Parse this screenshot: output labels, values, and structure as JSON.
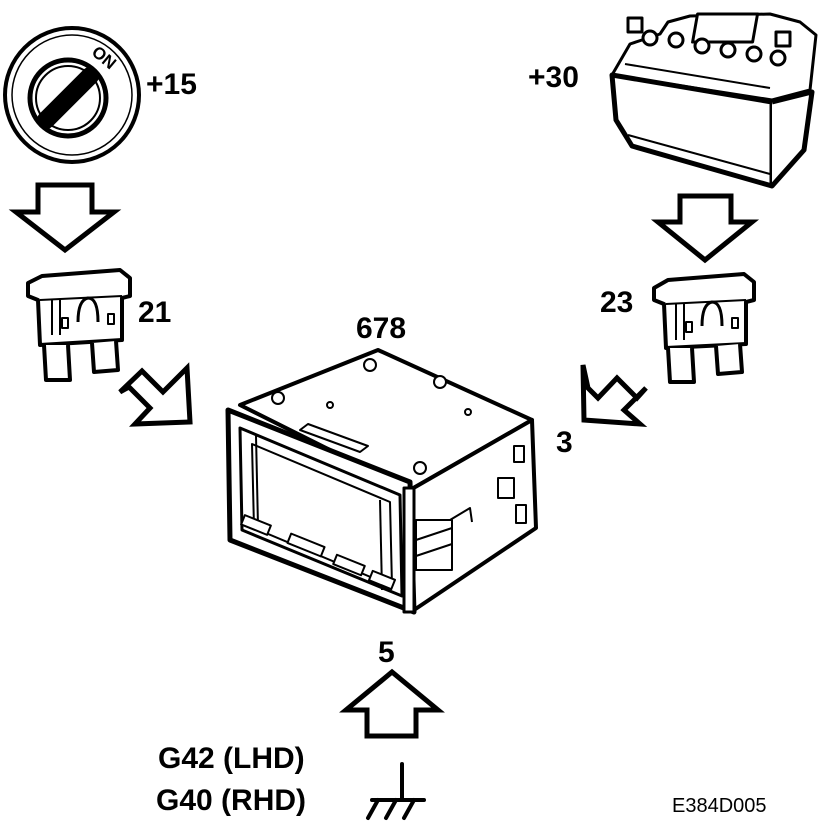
{
  "ignition": {
    "state_text": "ON",
    "terminal": "+15"
  },
  "battery": {
    "terminal": "+30"
  },
  "fuses": {
    "left": "21",
    "right": "23"
  },
  "control_module": {
    "id": "678",
    "pin_power": "3",
    "pin_ignition": "5"
  },
  "ground": {
    "lhd": "G42 (LHD)",
    "rhd": "G40 (RHD)"
  },
  "figure_code": "E384D005",
  "colors": {
    "ink": "#000000",
    "paper": "#ffffff"
  }
}
